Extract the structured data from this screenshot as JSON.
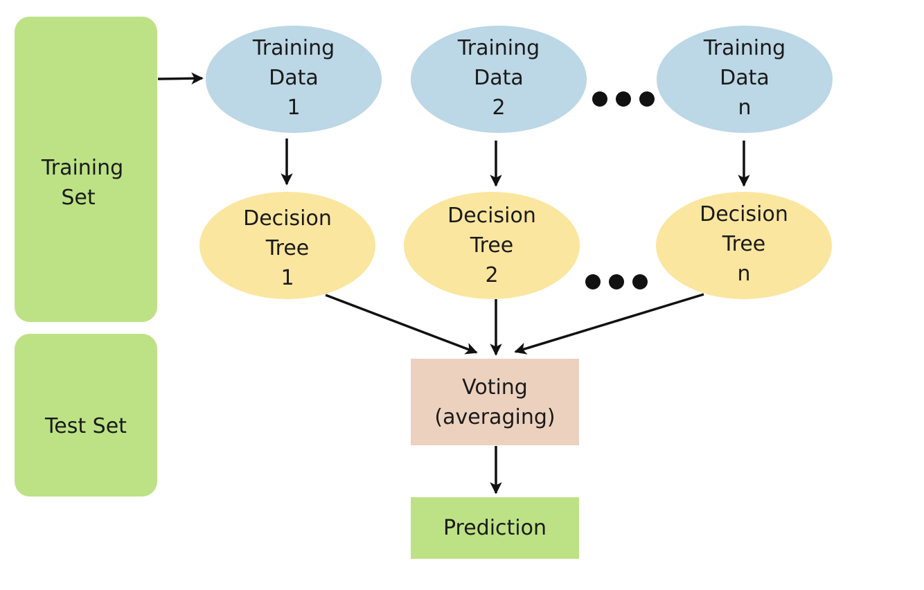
{
  "sets": {
    "training_set": [
      "Training",
      "Set"
    ],
    "test_set": [
      "Test Set"
    ]
  },
  "training_data": [
    {
      "lines": [
        "Training",
        "Data",
        "1"
      ]
    },
    {
      "lines": [
        "Training",
        "Data",
        "2"
      ]
    },
    {
      "lines": [
        "Training",
        "Data",
        "n"
      ]
    }
  ],
  "decision_trees": [
    {
      "lines": [
        "Decision",
        "Tree",
        "1"
      ]
    },
    {
      "lines": [
        "Decision",
        "Tree",
        "2"
      ]
    },
    {
      "lines": [
        "Decision",
        "Tree",
        "n"
      ]
    }
  ],
  "voting": [
    "Voting",
    "(averaging)"
  ],
  "prediction": [
    "Prediction"
  ],
  "colors": {
    "set_green": "#bde285",
    "data_blue": "#bcd7e5",
    "tree_yellow": "#fbe69f",
    "voting_peach": "#ecd1bf",
    "arrow": "#111111"
  }
}
